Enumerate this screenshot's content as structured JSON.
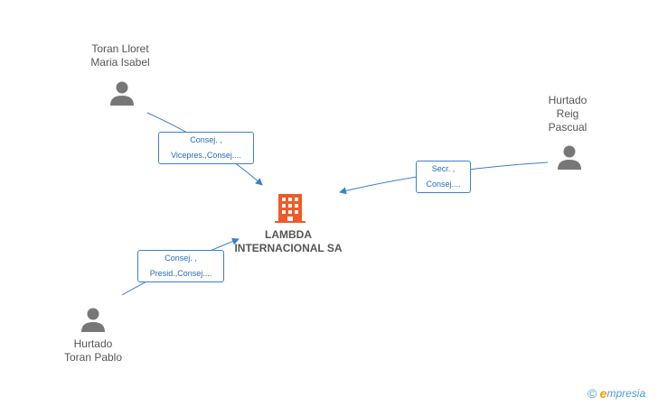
{
  "company": {
    "name_line1": "LAMBDA",
    "name_line2": "INTERNACIONAL SA",
    "icon": "building-icon",
    "color": "#f05a28"
  },
  "people": [
    {
      "id": "toran-lloret",
      "line1": "Toran Lloret",
      "line2": "Maria Isabel",
      "line3": ""
    },
    {
      "id": "hurtado-reig",
      "line1": "Hurtado",
      "line2": "Reig",
      "line3": "Pascual"
    },
    {
      "id": "hurtado-toran",
      "line1": "Hurtado",
      "line2": "Toran Pablo",
      "line3": ""
    }
  ],
  "roles": [
    {
      "line1": "Consej. ,",
      "line2": "Vicepres.,Consej...."
    },
    {
      "line1": "Secr. ,",
      "line2": "Consej...."
    },
    {
      "line1": "Consej. ,",
      "line2": "Presid.,Consej...."
    }
  ],
  "brand": {
    "copyright": "©",
    "e": "e",
    "rest": "mpresia"
  },
  "colors": {
    "edge": "#3b7fd1",
    "person": "#777777",
    "text": "#555555"
  }
}
